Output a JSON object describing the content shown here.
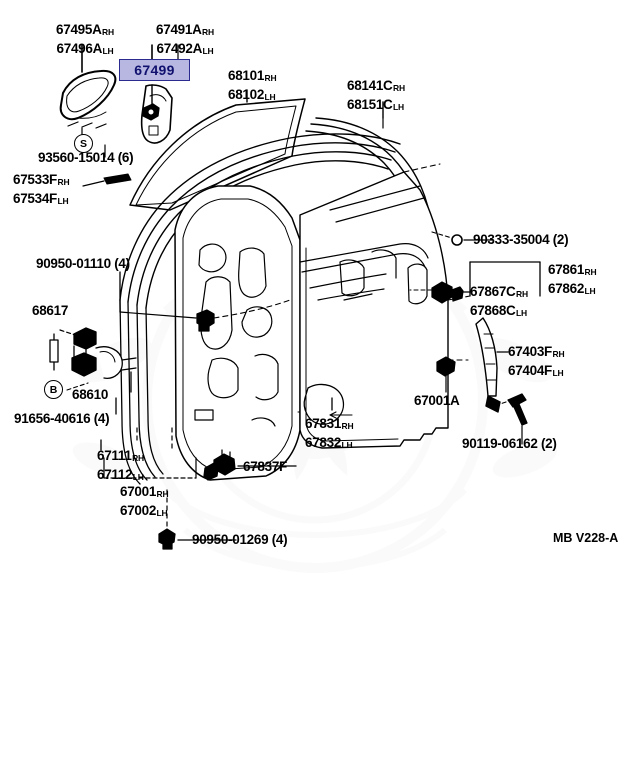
{
  "diagram": {
    "figure_code": "MB V228-A",
    "highlight": {
      "part": "67499",
      "fill": "#b7b7e2",
      "border": "#2b2b8f",
      "text": "#10106e"
    },
    "markers": [
      {
        "name": "marker-s",
        "glyph": "S"
      },
      {
        "name": "marker-b",
        "glyph": "B"
      }
    ],
    "labels": [
      {
        "id": "l-67495a",
        "lines": [
          {
            "num": "67495A",
            "hand": "RH"
          },
          {
            "num": "67496A",
            "hand": "LH"
          }
        ]
      },
      {
        "id": "l-67491a",
        "lines": [
          {
            "num": "67491A",
            "hand": "RH"
          },
          {
            "num": "67492A",
            "hand": "LH"
          }
        ]
      },
      {
        "id": "l-68101",
        "lines": [
          {
            "num": "68101",
            "hand": "RH"
          },
          {
            "num": "68102",
            "hand": "LH"
          }
        ]
      },
      {
        "id": "l-68141c",
        "lines": [
          {
            "num": "68141C",
            "hand": "RH"
          },
          {
            "num": "68151C",
            "hand": "LH"
          }
        ]
      },
      {
        "id": "l-93560",
        "lines": [
          {
            "num": "93560-15014 (6)",
            "hand": ""
          }
        ]
      },
      {
        "id": "l-67533f",
        "lines": [
          {
            "num": "67533F",
            "hand": "RH"
          },
          {
            "num": "67534F",
            "hand": "LH"
          }
        ]
      },
      {
        "id": "l-90950-01110",
        "lines": [
          {
            "num": "90950-01110 (4)",
            "hand": ""
          }
        ]
      },
      {
        "id": "l-68617",
        "lines": [
          {
            "num": "68617",
            "hand": ""
          }
        ]
      },
      {
        "id": "l-68610",
        "lines": [
          {
            "num": "68610",
            "hand": ""
          }
        ]
      },
      {
        "id": "l-91656",
        "lines": [
          {
            "num": "91656-40616 (4)",
            "hand": ""
          }
        ]
      },
      {
        "id": "l-67111",
        "lines": [
          {
            "num": "67111",
            "hand": "RH"
          },
          {
            "num": "67112",
            "hand": "LH"
          }
        ]
      },
      {
        "id": "l-67001",
        "lines": [
          {
            "num": "67001",
            "hand": "RH"
          },
          {
            "num": "67002",
            "hand": "LH"
          }
        ]
      },
      {
        "id": "l-67837f",
        "lines": [
          {
            "num": "67837F",
            "hand": ""
          }
        ]
      },
      {
        "id": "l-90950-01269",
        "lines": [
          {
            "num": "90950-01269 (4)",
            "hand": ""
          }
        ]
      },
      {
        "id": "l-67831",
        "lines": [
          {
            "num": "67831",
            "hand": "RH"
          },
          {
            "num": "67832",
            "hand": "LH"
          }
        ]
      },
      {
        "id": "l-90333",
        "lines": [
          {
            "num": "90333-35004 (2)",
            "hand": ""
          }
        ]
      },
      {
        "id": "l-67861",
        "lines": [
          {
            "num": "67861",
            "hand": "RH"
          },
          {
            "num": "67862",
            "hand": "LH"
          }
        ]
      },
      {
        "id": "l-67867c",
        "lines": [
          {
            "num": "67867C",
            "hand": "RH"
          },
          {
            "num": "67868C",
            "hand": "LH"
          }
        ]
      },
      {
        "id": "l-67403f",
        "lines": [
          {
            "num": "67403F",
            "hand": "RH"
          },
          {
            "num": "67404F",
            "hand": "LH"
          }
        ]
      },
      {
        "id": "l-67001a",
        "lines": [
          {
            "num": "67001A",
            "hand": ""
          }
        ]
      },
      {
        "id": "l-90119",
        "lines": [
          {
            "num": "90119-06162 (2)",
            "hand": ""
          }
        ]
      }
    ]
  },
  "text": {
    "t_67495a_1": "67495A",
    "t_67495a_1h": "RH",
    "t_67495a_2": "67496A",
    "t_67495a_2h": "LH",
    "t_67491a_1": "67491A",
    "t_67491a_1h": "RH",
    "t_67491a_2": "67492A",
    "t_67491a_2h": "LH",
    "t_68101_1": "68101",
    "t_68101_1h": "RH",
    "t_68101_2": "68102",
    "t_68101_2h": "LH",
    "t_68141_1": "68141C",
    "t_68141_1h": "RH",
    "t_68141_2": "68151C",
    "t_68141_2h": "LH",
    "t_93560": "93560-15014 (6)",
    "t_67533_1": "67533F",
    "t_67533_1h": "RH",
    "t_67533_2": "67534F",
    "t_67533_2h": "LH",
    "t_90950a": "90950-01110 (4)",
    "t_68617": "68617",
    "t_68610": "68610",
    "t_91656": "91656-40616 (4)",
    "t_67111_1": "67111",
    "t_67111_1h": "RH",
    "t_67111_2": "67112",
    "t_67111_2h": "LH",
    "t_67001_1": "67001",
    "t_67001_1h": "RH",
    "t_67001_2": "67002",
    "t_67001_2h": "LH",
    "t_67837f": "67837F",
    "t_90950b": "90950-01269 (4)",
    "t_67831_1": "67831",
    "t_67831_1h": "RH",
    "t_67831_2": "67832",
    "t_67831_2h": "LH",
    "t_90333": "90333-35004 (2)",
    "t_67861_1": "67861",
    "t_67861_1h": "RH",
    "t_67861_2": "67862",
    "t_67861_2h": "LH",
    "t_67867_1": "67867C",
    "t_67867_1h": "RH",
    "t_67867_2": "67868C",
    "t_67867_2h": "LH",
    "t_67403_1": "67403F",
    "t_67403_1h": "RH",
    "t_67403_2": "67404F",
    "t_67403_2h": "LH",
    "t_67001a": "67001A",
    "t_90119": "90119-06162 (2)",
    "t_highlight": "67499",
    "t_marker_s": "S",
    "t_marker_b": "B",
    "t_figcode": "MB V228-A"
  }
}
